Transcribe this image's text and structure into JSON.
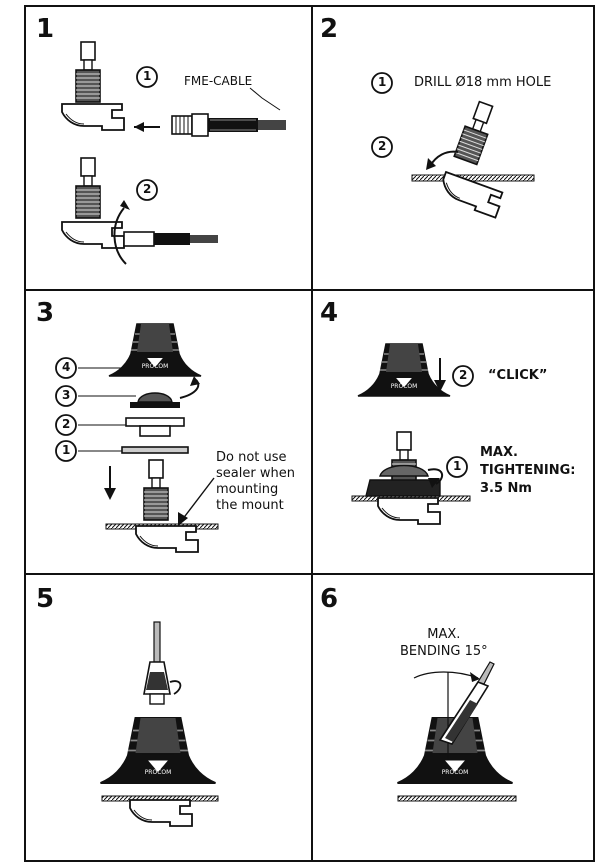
{
  "panels": [
    {
      "number": "1",
      "labels": {
        "callout1": "1",
        "callout2": "2",
        "cable": "FME-CABLE"
      }
    },
    {
      "number": "2",
      "labels": {
        "callout1": "1",
        "drill": "DRILL Ø18 mm HOLE",
        "callout2": "2"
      }
    },
    {
      "number": "3",
      "labels": {
        "c4": "4",
        "c3": "3",
        "c2": "2",
        "c1": "1",
        "note": "Do not use\nsealer when\nmounting\nthe mount"
      }
    },
    {
      "number": "4",
      "labels": {
        "c2": "2",
        "click": "“CLICK”",
        "c1": "1",
        "torque": "MAX.\nTIGHTENING:\n3.5 Nm"
      }
    },
    {
      "number": "5",
      "labels": {}
    },
    {
      "number": "6",
      "labels": {
        "bend": "MAX.\nBENDING 15°"
      }
    }
  ],
  "brand_mark": "PROCOM",
  "colors": {
    "line": "#111111",
    "fill_dark": "#1a1a1a",
    "fill_mid": "#777777",
    "fill_light": "#dddddd",
    "background": "#ffffff"
  }
}
